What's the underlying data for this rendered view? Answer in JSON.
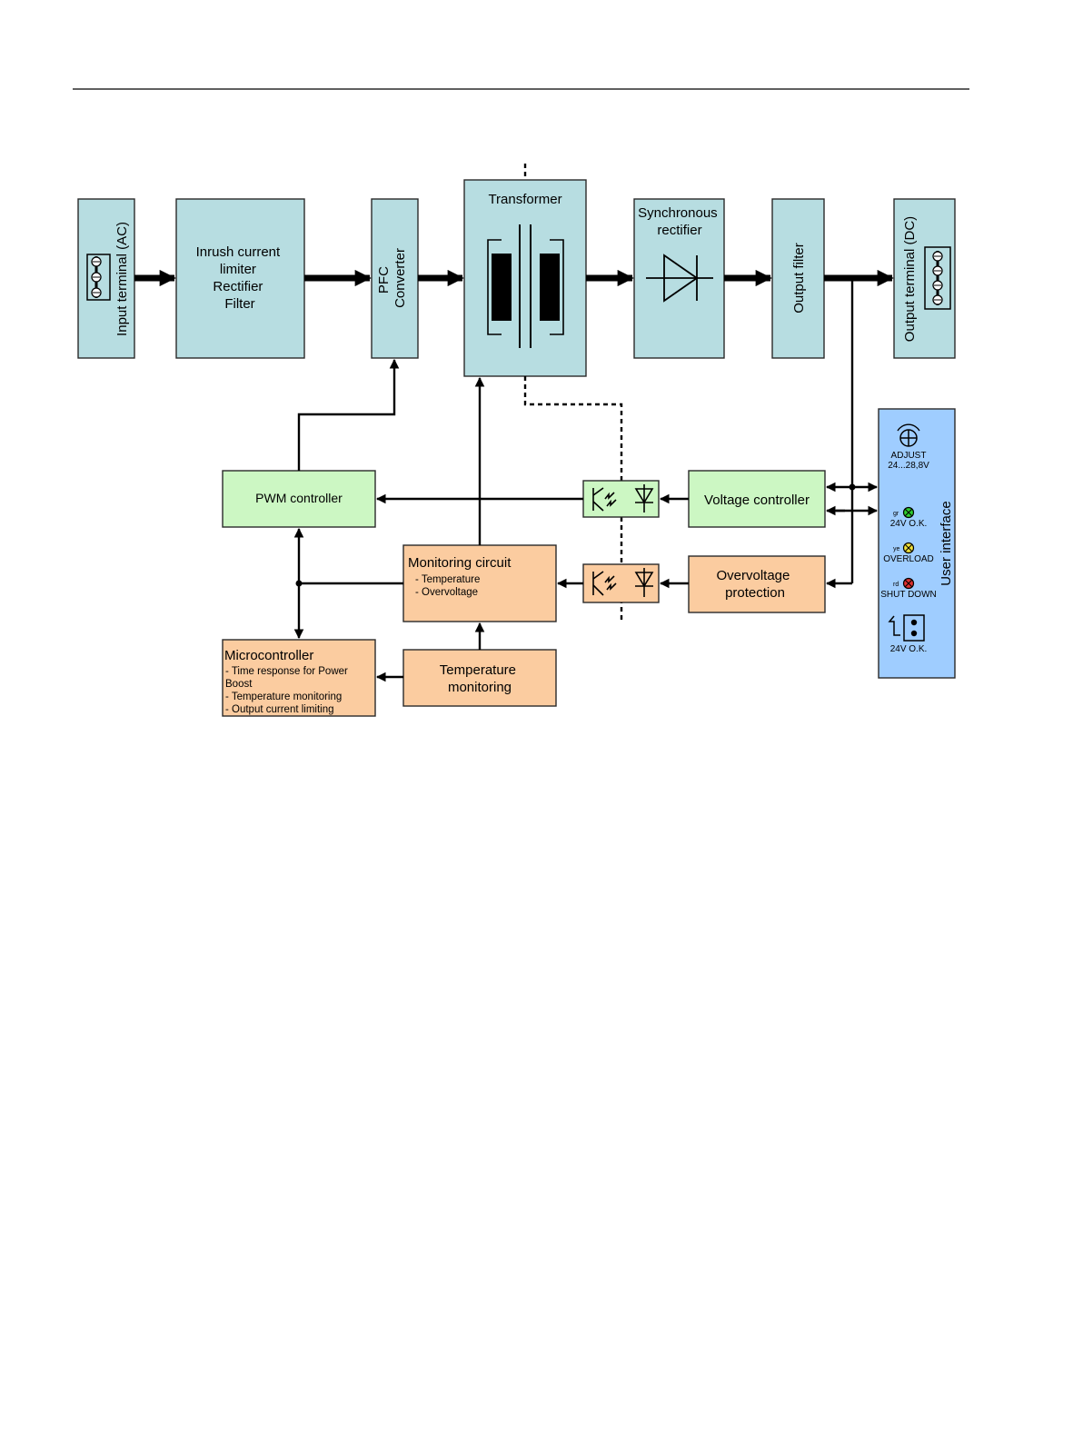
{
  "blocks": {
    "input_terminal": "Input terminal (AC)",
    "inrush": [
      "Inrush current",
      "limiter",
      "Rectifier",
      "Filter"
    ],
    "pfc": [
      "PFC",
      "Converter"
    ],
    "transformer": "Transformer",
    "sync_rectifier": [
      "Synchronous",
      "rectifier"
    ],
    "output_filter": "Output filter",
    "output_terminal": "Output terminal (DC)",
    "pwm_controller": "PWM controller",
    "voltage_controller": "Voltage controller",
    "monitoring_circuit": {
      "title": "Monitoring circuit",
      "items": [
        "- Temperature",
        "- Overvoltage"
      ]
    },
    "overvoltage_protection": [
      "Overvoltage",
      "protection"
    ],
    "microcontroller": {
      "title": "Microcontroller",
      "items": [
        "- Time response for Power",
        "Boost",
        "- Temperature monitoring",
        "- Output current limiting"
      ]
    },
    "temperature_monitoring": [
      "Temperature",
      "monitoring"
    ]
  },
  "user_interface": {
    "title": "User interface",
    "adjust_label": "ADJUST",
    "adjust_range": "24...28,8V",
    "leds": [
      {
        "code": "gr",
        "label": "24V O.K.",
        "color": "#2ecc2e"
      },
      {
        "code": "ye",
        "label": "OVERLOAD",
        "color": "#f2e23a"
      },
      {
        "code": "rd",
        "label": "SHUT DOWN",
        "color": "#e03030"
      }
    ],
    "relay_label": "24V O.K."
  },
  "colors": {
    "power_stage": "#b7dde1",
    "control": "#ccf7c3",
    "monitoring": "#fbcca0",
    "user_interface": "#9fcdff"
  }
}
